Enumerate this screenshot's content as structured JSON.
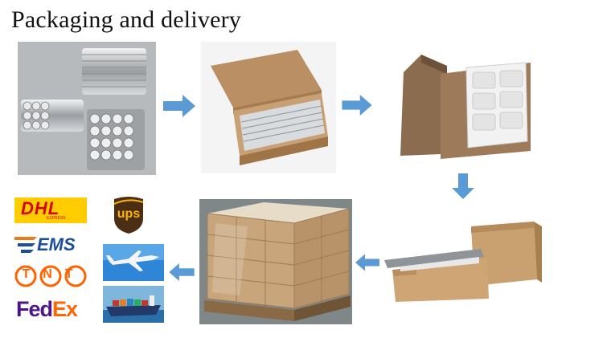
{
  "title": "Packaging and delivery",
  "steps": [
    {
      "name": "magnet-cylinders-photo"
    },
    {
      "name": "magnets-in-carton-photo"
    },
    {
      "name": "foam-tray-in-carton-photo"
    },
    {
      "name": "outer-boxes-photo"
    },
    {
      "name": "pallet-photo"
    }
  ],
  "carriers": {
    "dhl": "DHL",
    "dhl_sub": "EXPRESS",
    "ups": "ups",
    "ems": "EMS",
    "tnt": "TNT",
    "fedex_a": "Fed",
    "fedex_b": "Ex"
  },
  "colors": {
    "arrow": "#5b9bd5",
    "dhl_yellow": "#ffcc00",
    "dhl_red": "#d40511",
    "ups_brown": "#4b2e14",
    "ups_gold": "#ffb500",
    "ems_blue": "#1b4f9c",
    "ems_orange": "#f07a1a",
    "tnt_orange": "#ff6200",
    "fedex_purple": "#4d148c",
    "fedex_orange": "#ff6600",
    "cardboard": "#c49a6c"
  }
}
